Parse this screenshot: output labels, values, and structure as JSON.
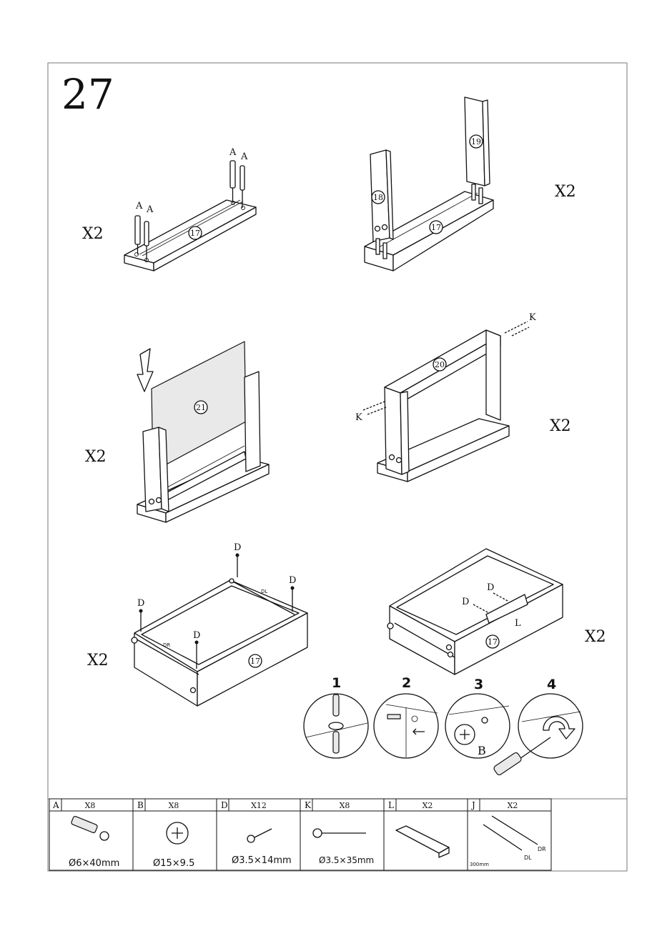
{
  "step_number": "27",
  "panels": {
    "p1": {
      "multiplier": "X2",
      "panel_no": "17",
      "part_labels": [
        "A",
        "A",
        "A",
        "A"
      ]
    },
    "p2": {
      "multiplier": "X2",
      "panel_nos": [
        "18",
        "19",
        "17"
      ]
    },
    "p3": {
      "multiplier": "X2",
      "panel_no": "21"
    },
    "p4": {
      "multiplier": "X2",
      "panel_no": "20",
      "part_labels": [
        "K",
        "K"
      ]
    },
    "p5": {
      "multiplier": "X2",
      "panel_no": "17",
      "part_labels": [
        "D",
        "D",
        "D",
        "D"
      ],
      "runner_labels": [
        "DL",
        "DR"
      ]
    },
    "p6": {
      "multiplier": "X2",
      "panel_no": "17",
      "part_labels": [
        "D",
        "D",
        "L"
      ]
    }
  },
  "cam_steps": {
    "numbers": [
      "1",
      "2",
      "3",
      "4"
    ],
    "part_label": "B"
  },
  "hardware": [
    {
      "letter": "A",
      "qty": "X8",
      "size": "Ø6×40mm",
      "icon": "cam-bolt-icon"
    },
    {
      "letter": "B",
      "qty": "X8",
      "size": "Ø15×9.5",
      "icon": "cam-lock-icon"
    },
    {
      "letter": "D",
      "qty": "X12",
      "size": "Ø3.5×14mm",
      "icon": "short-screw-icon"
    },
    {
      "letter": "K",
      "qty": "X8",
      "size": "Ø3.5×35mm",
      "icon": "long-screw-icon"
    },
    {
      "letter": "L",
      "qty": "X2",
      "size": "",
      "icon": "drawer-handle-icon"
    },
    {
      "letter": "J",
      "qty": "X2",
      "size": "300mm",
      "icon": "drawer-runners-icon",
      "runner_labels": [
        "DR",
        "DL"
      ]
    }
  ]
}
